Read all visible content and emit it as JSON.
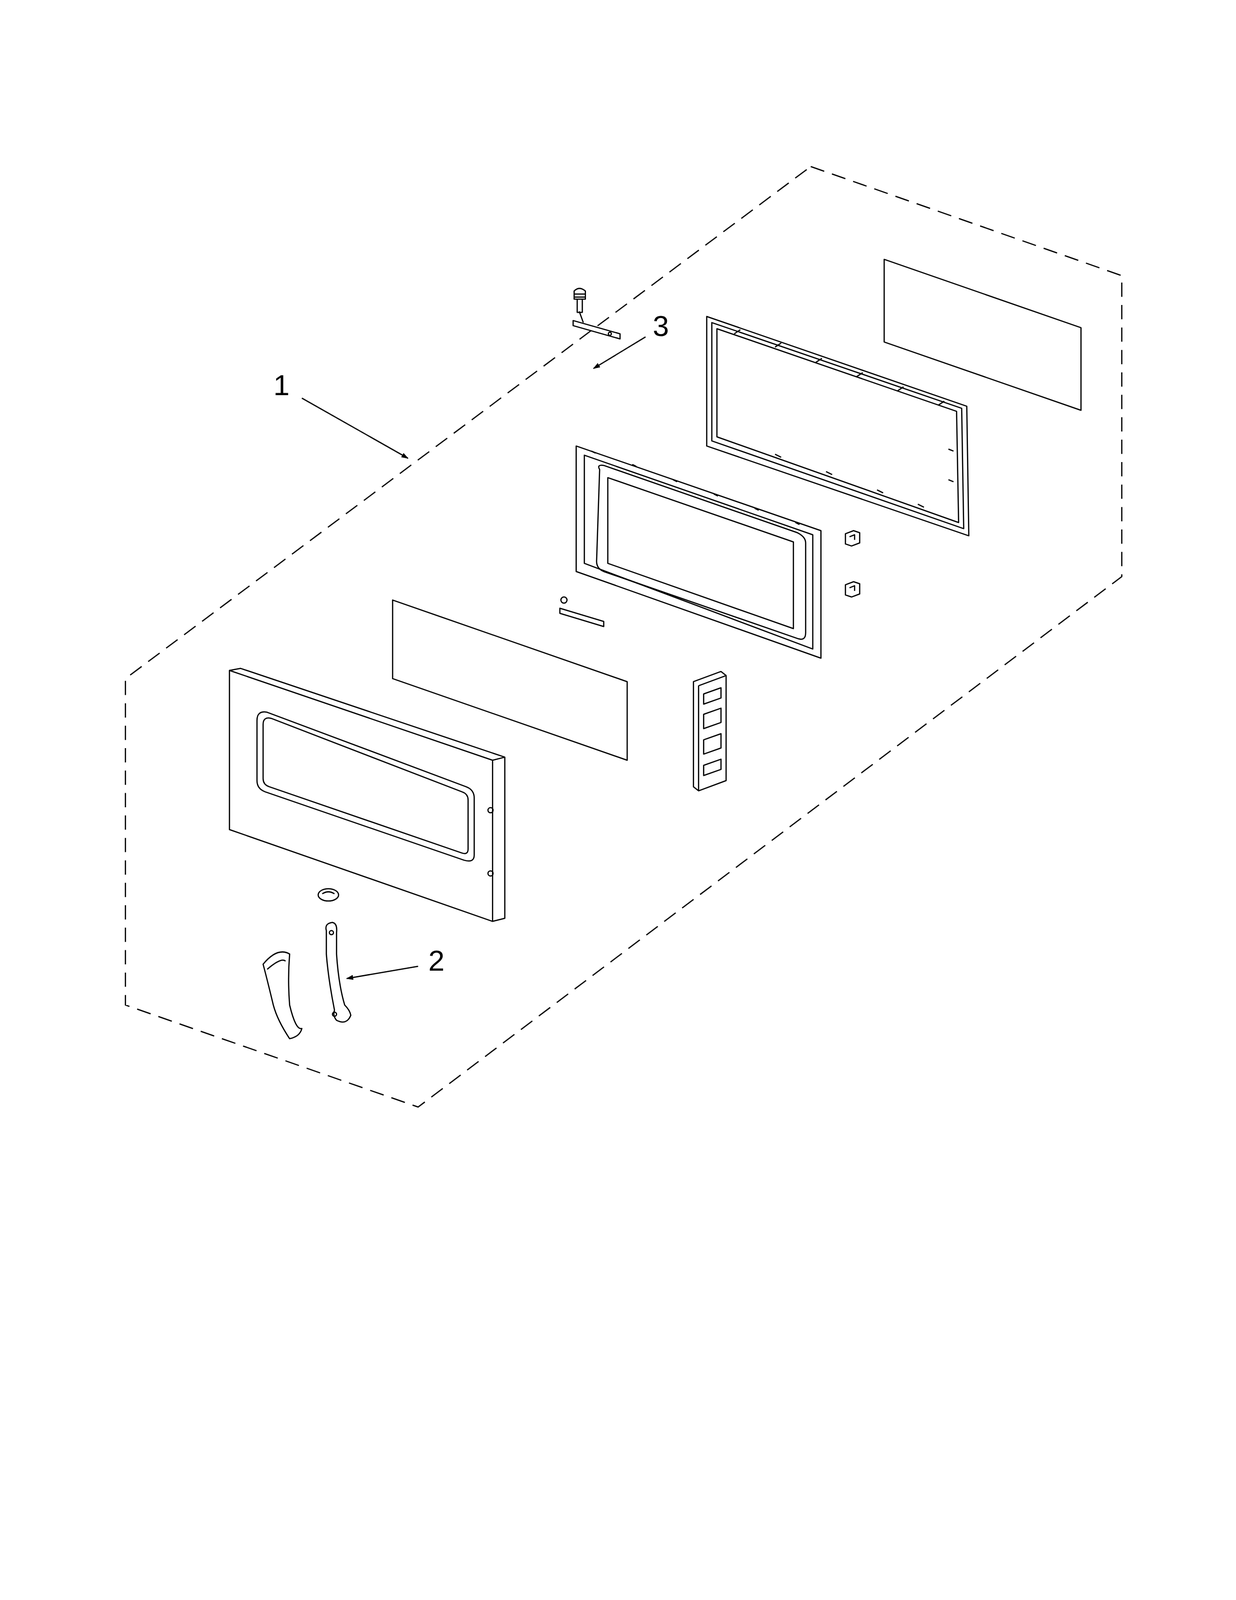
{
  "diagram": {
    "labels": [
      "3",
      "1",
      "2"
    ]
  }
}
